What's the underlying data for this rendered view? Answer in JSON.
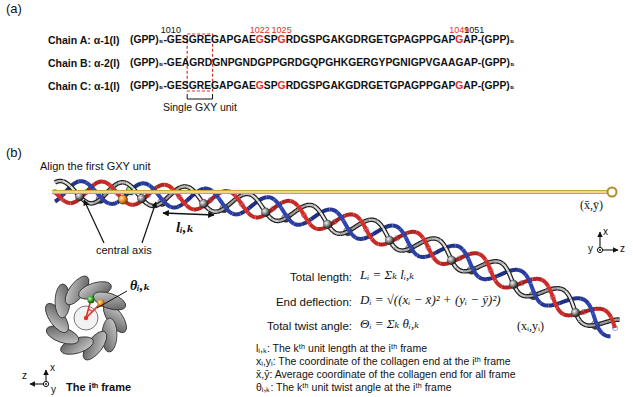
{
  "diagram": {
    "labels": [
      "(a)",
      "1010",
      "1022",
      "1025",
      "1049",
      "1051",
      "Chain A: α-1(I)",
      "(GPP)₅-GESGREGAPGAEGSPGRDGSPGAKGDRGETGPAGPPGAPGAP-(GPP)₅",
      "Chain B: α-2(I)",
      "(GPP)₅-GEAGRDGNPGNDGPPGRDGQPGHKGERGYPGNIGPVGAAGAP-(GPP)₅",
      "Chain C: α-1(I)",
      "(GPP)₅-GESGREGAPGAEGSPGRDGSPGAKGDRGETGPAGPPGAPGAP-(GPP)₅",
      "Single GXY unit",
      "(b)",
      "Align the first GXY unit",
      "(x̄,ȳ)",
      "x",
      "y",
      "z",
      "central axis",
      "lᵢ,ₖ",
      "Total length:",
      "Lᵢ = Σₖ lᵢ,ₖ",
      "End deflection:",
      "Dᵢ = √((xᵢ − x̄)² + (yᵢ − ȳ)²)",
      "Total twist angle:",
      "Θᵢ = Σₖ θᵢ,ₖ",
      "(xᵢ,yᵢ)",
      "θᵢ,ₖ",
      "x",
      "y",
      "z",
      "The iᵗʰ frame",
      "lᵢ,ₖ: The kᵗʰ unit length at the iᵗʰ frame",
      "xᵢ,yᵢ: The coordinate of the collagen end at the iᵗʰ frame",
      "x̄,ȳ: Average coordinate of the collagen end for all frame",
      "θᵢ,ₖ: The kᵗʰ unit twist angle at the iᵗʰ frame"
    ]
  }
}
